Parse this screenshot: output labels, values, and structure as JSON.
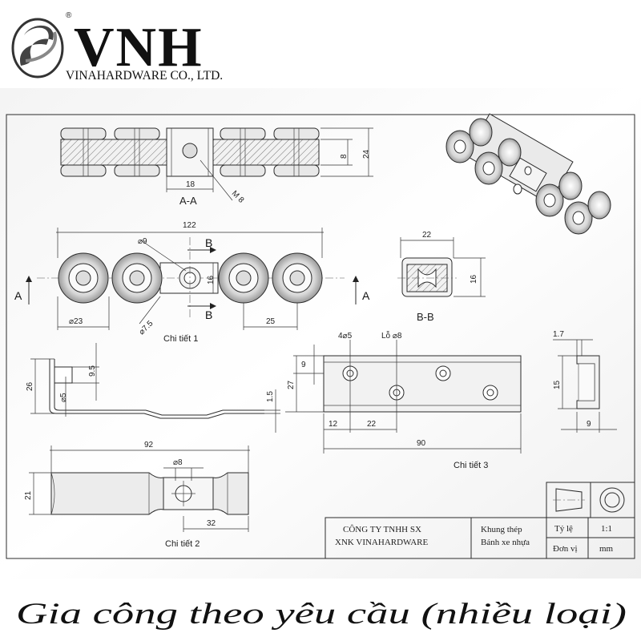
{
  "header": {
    "brand": "VNH",
    "registered": "®",
    "company": "VINAHARDWARE CO., LTD."
  },
  "section_a": {
    "label": "A-A",
    "dim_18": "18",
    "dim_8": "8",
    "dim_24": "24",
    "thread": "M 8"
  },
  "detail1": {
    "title": "Chi tiết 1",
    "len": "122",
    "hole_9": "⌀9",
    "dim_16": "16",
    "wheel_23": "⌀23",
    "hole_75": "⌀7.5",
    "pitch_25": "25",
    "cut_a": "A",
    "cut_b": "B"
  },
  "section_b": {
    "label": "B-B",
    "width": "22",
    "height": "16"
  },
  "detail2": {
    "title": "Chi tiết 2",
    "len": "92",
    "hole": "⌀8",
    "height": "21",
    "offset": "32"
  },
  "bracket": {
    "dim_26": "26",
    "dim_95": "9.5",
    "dim_5": "⌀5",
    "dim_15": "1.5"
  },
  "detail3": {
    "title": "Chi tiết 3",
    "holes": "4⌀5",
    "slot": "Lỗ ⌀8",
    "dim_9": "9",
    "dim_27": "27",
    "dim_12": "12",
    "dim_22": "22",
    "len": "90"
  },
  "profile": {
    "dim_17": "1.7",
    "dim_15": "15",
    "dim_9": "9"
  },
  "title_block": {
    "company_line1": "CÔNG TY TNHH SX",
    "company_line2": "XNK VINAHARDWARE",
    "material_line1": "Khung thép",
    "material_line2": "Bánh xe nhựa",
    "scale_label": "Tỷ lệ",
    "scale_value": "1:1",
    "unit_label": "Đơn vị",
    "unit_value": "mm"
  },
  "footer": {
    "caption": "Gia công theo yêu cầu (nhiều loại)"
  }
}
